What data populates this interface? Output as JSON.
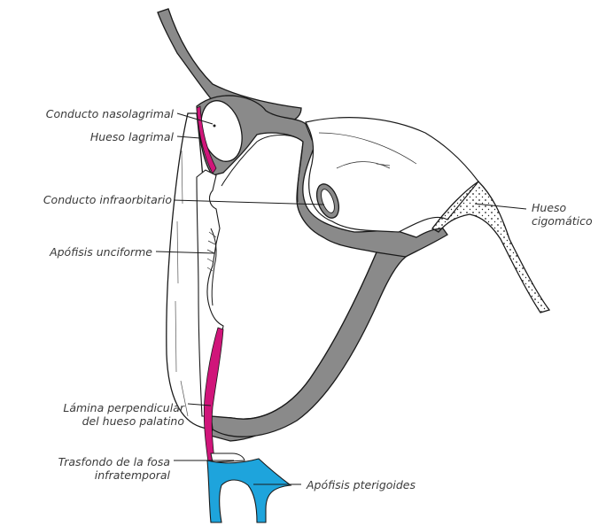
{
  "labels": {
    "conducto_nasolagrimal": "Conducto nasolagrimal",
    "hueso_lagrimal": "Hueso lagrimal",
    "conducto_infraorbitario": "Conducto infraorbitario",
    "apofisis_unciforme": "Apófisis unciforme",
    "lamina_line1": "Lámina perpendicular",
    "lamina_line2": "del hueso palatino",
    "trasfondo_line1": "Trasfondo de la fosa",
    "trasfondo_line2": "infratemporal",
    "apofisis_pterigoides": "Apófisis pterigoides",
    "hueso_cigomatico_line1": "Hueso",
    "hueso_cigomatico_line2": "cigomático"
  },
  "colors": {
    "bone_section": "#8a8a8a",
    "palatine_lamina": "#d0157a",
    "pterygoid": "#1ea4dc",
    "zygomatic_fill": "#eeeeee",
    "outline": "#1a1a1a"
  }
}
